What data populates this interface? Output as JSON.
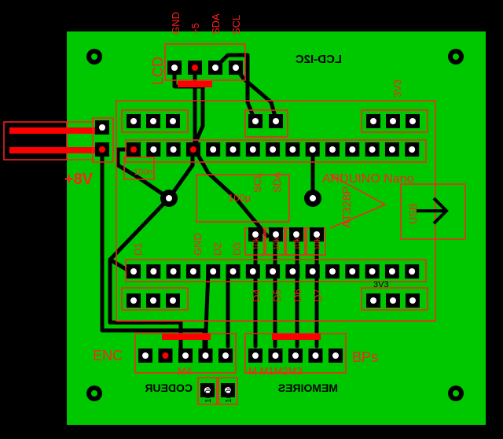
{
  "colors": {
    "background": "#000000",
    "board": "#00c800",
    "trace": "#000000",
    "silkscreen": "#ff2020",
    "pad": "#ffffff",
    "copper_bar": "#ff0000"
  },
  "labels": {
    "lcd": "LCD",
    "lcd_i2c": "LCD-I2C",
    "pin_gnd": "GND",
    "pin_5v": "+5",
    "pin_sda": "SDA",
    "pin_scl": "SCL",
    "v3v3_top": "3V3",
    "v3v3_bottom": "3V3",
    "power_in": "+8V",
    "cap_100n_left": "100n",
    "cap_100u": "100µ",
    "scl_mid": "SCL",
    "sda_mid": "SDA",
    "arduino": "ARDUINO Nano",
    "mcu": "AT328P",
    "usb": "USB",
    "d1": "D1",
    "gnd_row": "GND",
    "d2": "D2",
    "d3": "D3",
    "res_1": "10k",
    "res_2": "10k",
    "res_3": "10k",
    "res_4": "10k",
    "d4": "D4",
    "d5": "D5",
    "d6": "D6",
    "d7": "D7",
    "enc": "ENC",
    "bps": "BPs",
    "m4": "M4",
    "m_row": "M  M1M2M3",
    "codeur": "CODEUR",
    "memoires": "MEMOIRES",
    "cap_100n_b1": "100n",
    "cap_100n_b2": "100n"
  }
}
